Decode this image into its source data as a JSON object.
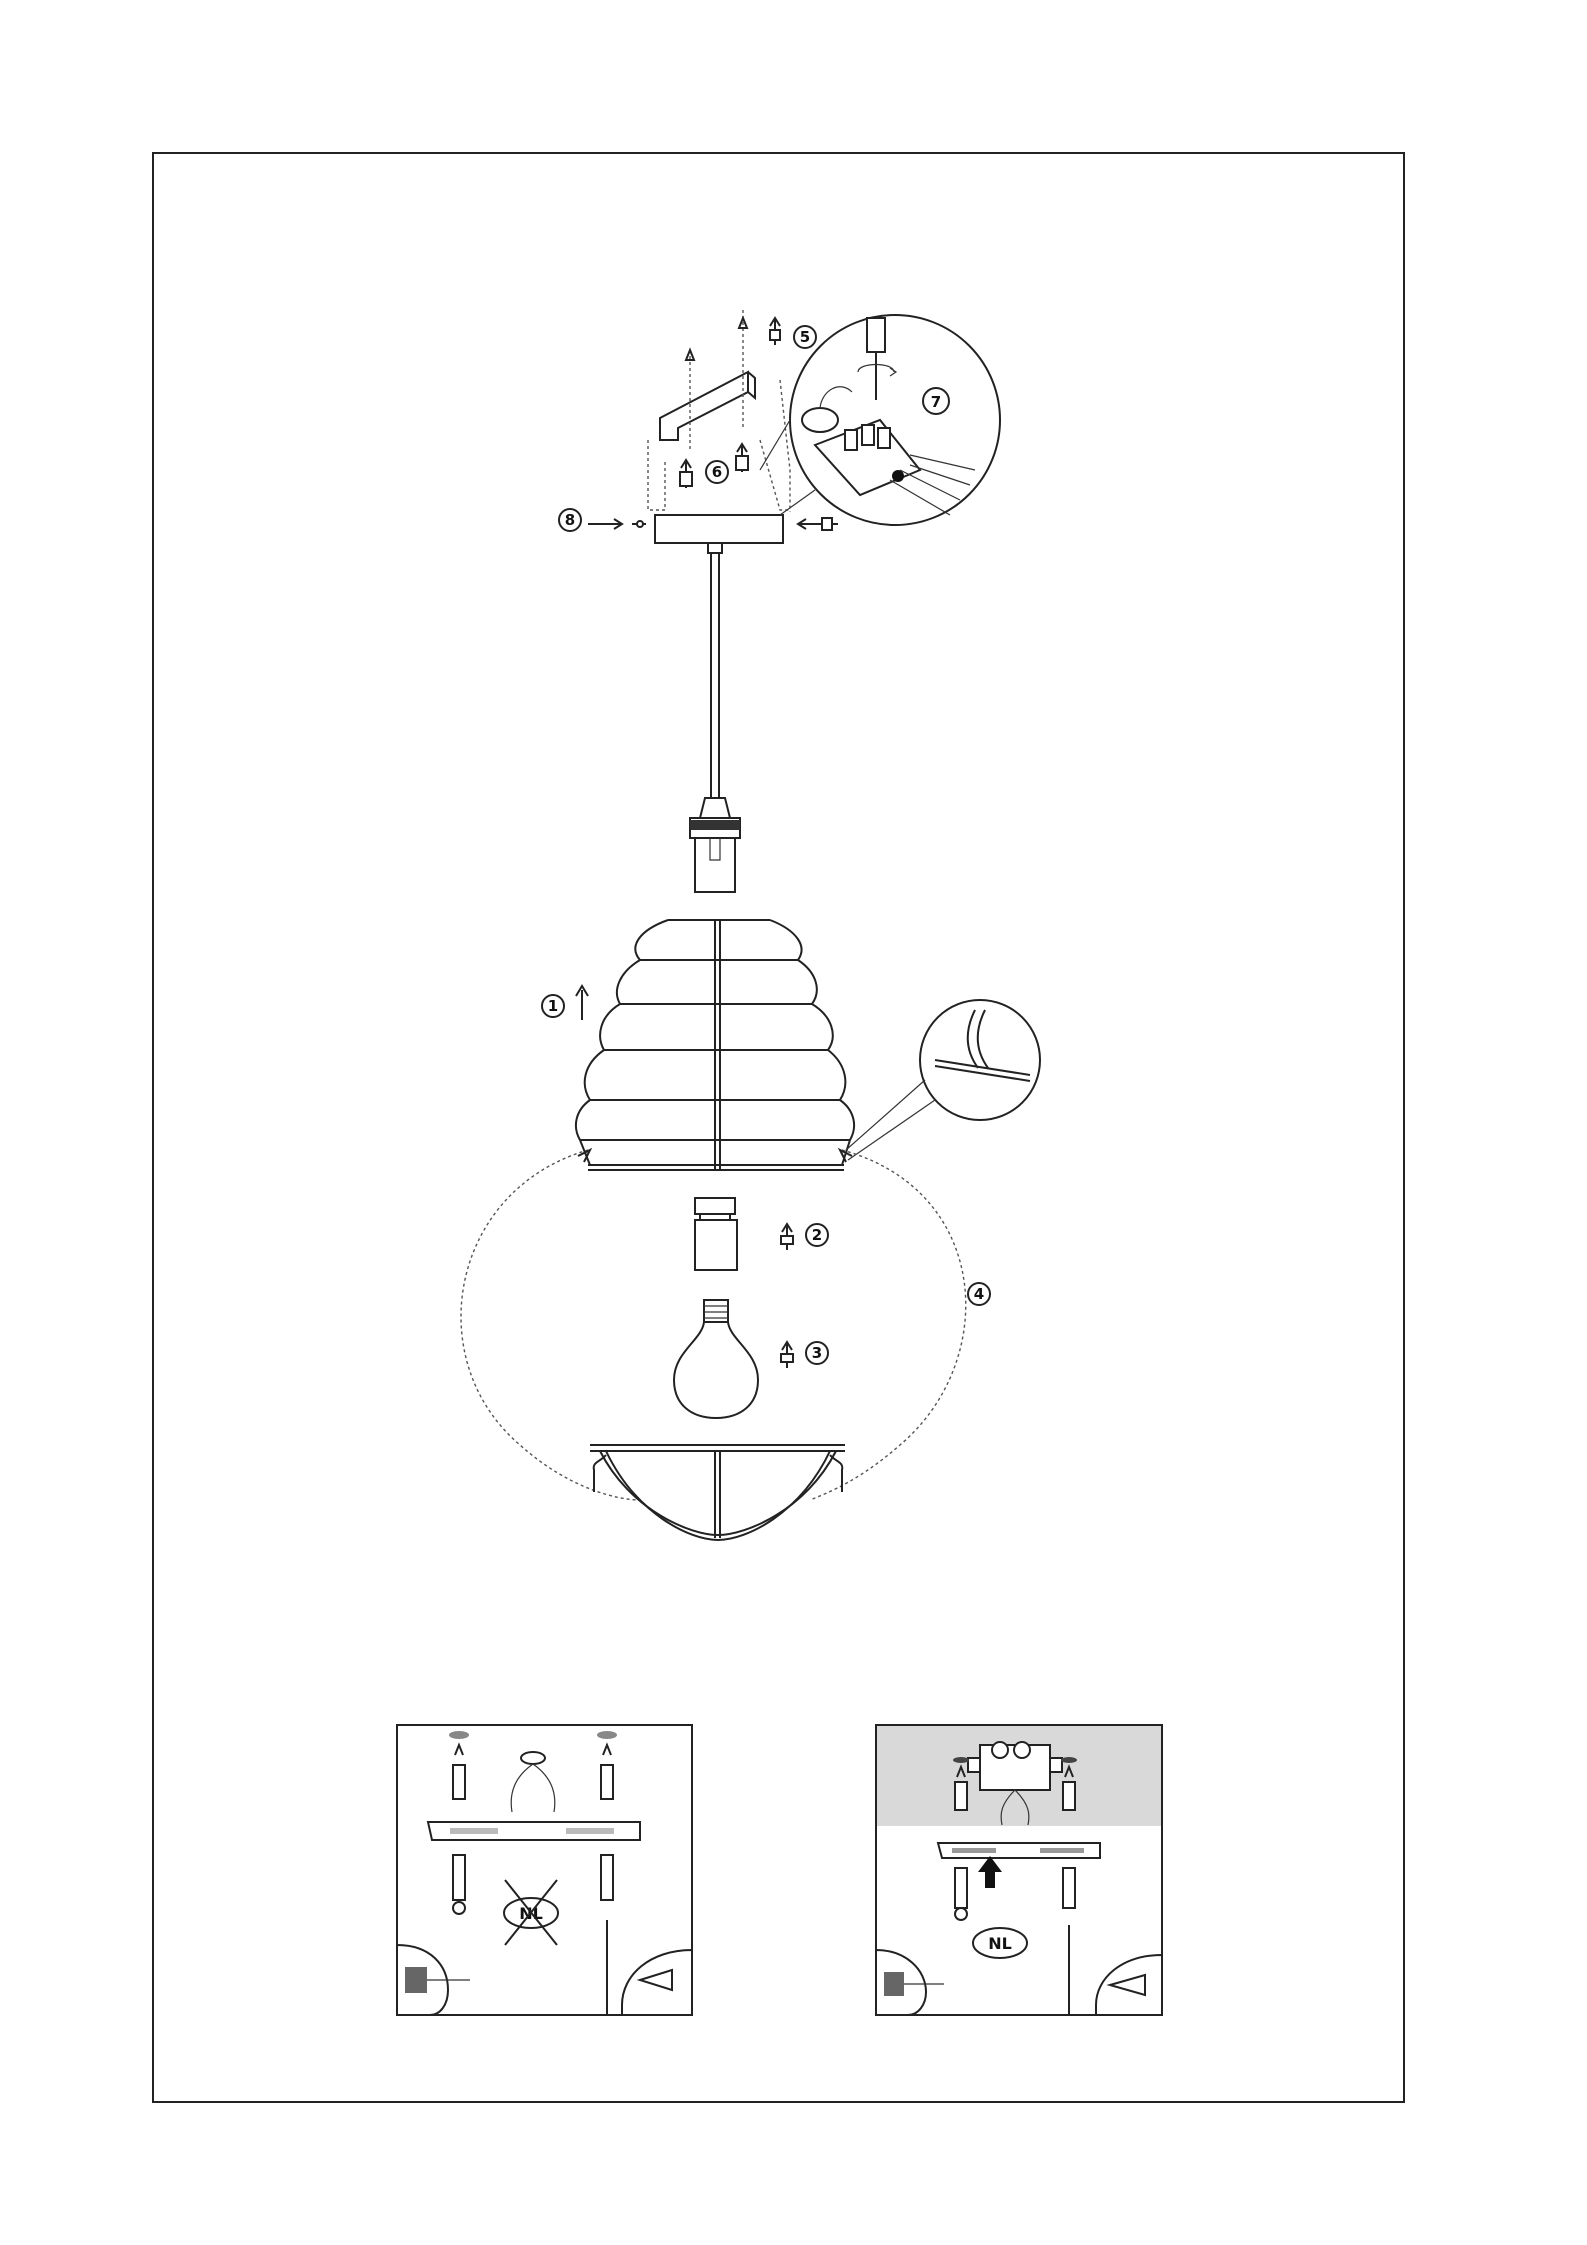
{
  "steps": {
    "s1": "1",
    "s2": "2",
    "s3": "3",
    "s4": "4",
    "s5": "5",
    "s6": "6",
    "s7": "7",
    "s8": "8"
  },
  "panels": {
    "left": {
      "country_label": "NL",
      "crossed_out": true
    },
    "right": {
      "country_label": "NL",
      "crossed_out": false
    }
  },
  "colors": {
    "line": "#222222",
    "panel_shade": "#d9d9d9"
  }
}
